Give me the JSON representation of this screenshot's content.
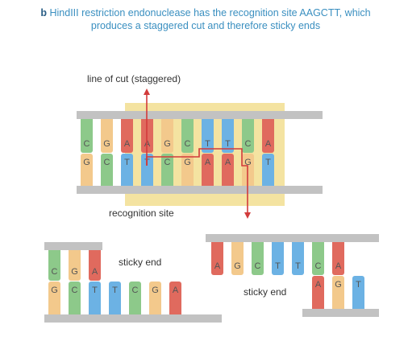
{
  "caption": {
    "lead": "b",
    "text": "HindIII restriction endonuclease has the recognition site AAGCTT, which produces a staggered cut and therefore sticky ends"
  },
  "labels": {
    "line_of_cut": "line of cut (staggered)",
    "recognition_site": "recognition site",
    "sticky_end_left": "sticky end",
    "sticky_end_right": "sticky end"
  },
  "colors": {
    "A": "#e06a5e",
    "C": "#8dc98a",
    "G": "#f3c98c",
    "T": "#6cb2e4",
    "backbone": "#c2c2c2",
    "highlight": "#f4e3a1",
    "cut_line": "#d23b3b"
  },
  "dna": {
    "top_strand": [
      "C",
      "G",
      "A",
      "A",
      "G",
      "C",
      "T",
      "T",
      "C",
      "A"
    ],
    "bottom_strand": [
      "G",
      "C",
      "T",
      "T",
      "C",
      "G",
      "A",
      "A",
      "G",
      "T"
    ]
  },
  "fragments": {
    "left_top": [
      "C",
      "G",
      "A"
    ],
    "left_bottom": [
      "G",
      "C",
      "T",
      "T",
      "C",
      "G",
      "A"
    ],
    "right_top": [
      "A",
      "G",
      "C",
      "T",
      "T",
      "C",
      "A"
    ],
    "right_bottom": [
      "A",
      "G",
      "T"
    ]
  }
}
